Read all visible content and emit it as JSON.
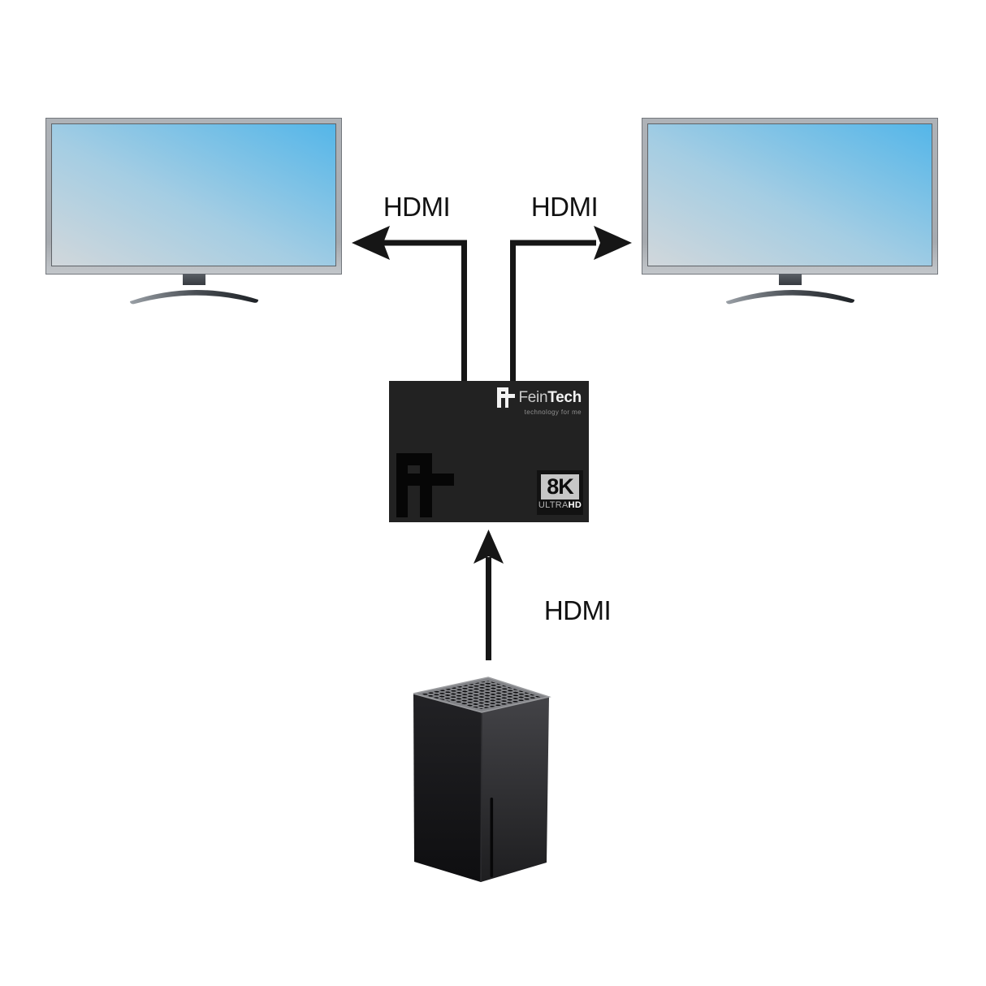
{
  "diagram": {
    "kind": "hdmi-splitter-connection-diagram",
    "background": "#ffffff"
  },
  "connections": {
    "left_output_label": "HDMI",
    "right_output_label": "HDMI",
    "input_label": "HDMI",
    "arrow_color": "#161616"
  },
  "splitter": {
    "brand_regular": "Fein",
    "brand_bold": "Tech",
    "tagline": "technology for me",
    "badge_resolution": "8K",
    "badge_ultra": "ULTRA",
    "badge_hd": "HD",
    "box_color": "#222222"
  },
  "devices": {
    "left_display": "television",
    "right_display": "television",
    "source": "game-console-tower"
  },
  "colors": {
    "screen_gradient_start": "#d1d7db",
    "screen_gradient_end": "#54b6e9",
    "tv_bezel": "#a9adb2",
    "console_top": "#828387",
    "badge_bg": "#c6c6c6"
  }
}
